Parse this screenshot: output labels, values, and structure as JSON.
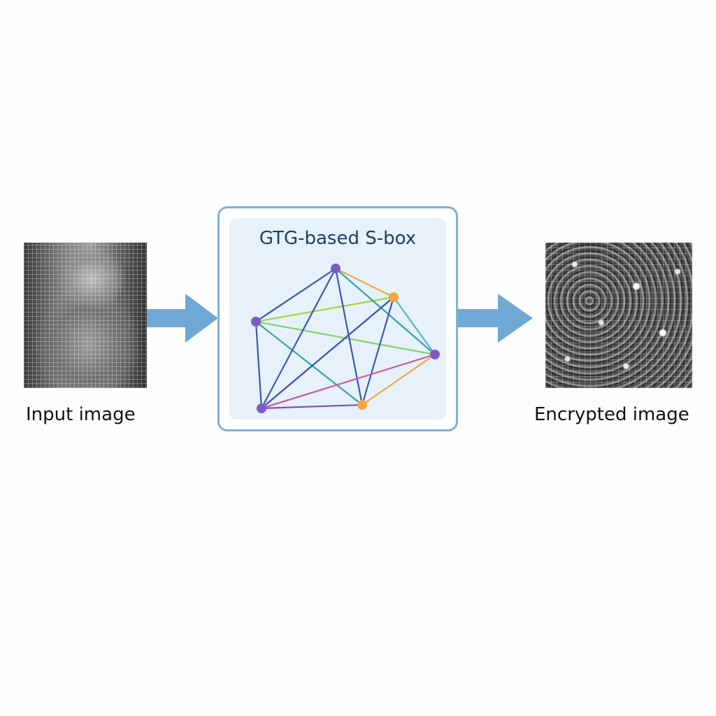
{
  "input": {
    "caption": "Input image",
    "description_icon": "cat-photo"
  },
  "sbox": {
    "title": "GTG-based S-box",
    "nodes": [
      {
        "id": "n1",
        "color": "#7b5cc4"
      },
      {
        "id": "n2",
        "color": "#7b5cc4"
      },
      {
        "id": "n3",
        "color": "#f4a340"
      },
      {
        "id": "n4",
        "color": "#7b5cc4"
      },
      {
        "id": "n5",
        "color": "#f4a340"
      },
      {
        "id": "n6",
        "color": "#7b5cc4"
      }
    ],
    "edges": [
      [
        "n1",
        "n2",
        "#3c57b0"
      ],
      [
        "n1",
        "n3",
        "#a3d43b"
      ],
      [
        "n1",
        "n4",
        "#7ed36a"
      ],
      [
        "n1",
        "n5",
        "#31a6a0"
      ],
      [
        "n1",
        "n6",
        "#3c57b0"
      ],
      [
        "n2",
        "n3",
        "#f4a340"
      ],
      [
        "n2",
        "n5",
        "#3c57b0"
      ],
      [
        "n2",
        "n6",
        "#3c57b0"
      ],
      [
        "n2",
        "n4",
        "#31a6a0"
      ],
      [
        "n3",
        "n6",
        "#7d4dc9"
      ],
      [
        "n3",
        "n5",
        "#3c57b0"
      ],
      [
        "n3",
        "n4",
        "#4fb8c8"
      ],
      [
        "n4",
        "n5",
        "#f4a340"
      ],
      [
        "n4",
        "n6",
        "#c25ea8"
      ],
      [
        "n5",
        "n6",
        "#7d4dc9"
      ],
      [
        "n6",
        "n3",
        "#3c57b0"
      ]
    ]
  },
  "output": {
    "caption": "Encrypted image",
    "description_icon": "noise-pattern"
  },
  "colors": {
    "arrow": "#6fa8d4",
    "box_border": "#7fb0d6",
    "box_fill": "#e7f1fa",
    "title": "#1e3f66"
  }
}
